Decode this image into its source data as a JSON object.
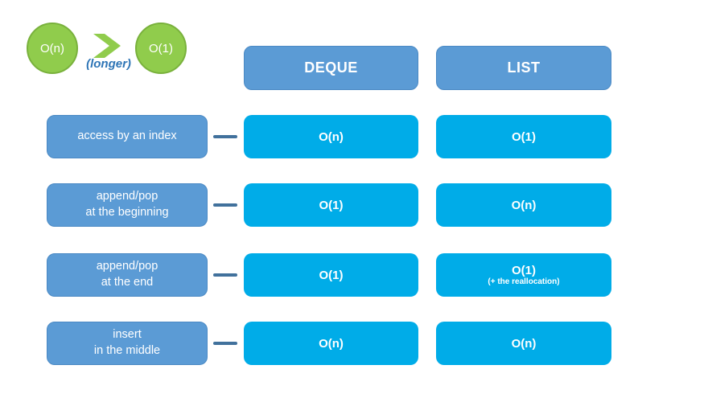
{
  "legend": {
    "circle_left_label": "O(n)",
    "circle_right_label": "O(1)",
    "comparison_label": "(longer)"
  },
  "columns": {
    "deque_header": "DEQUE",
    "list_header": "LIST"
  },
  "rows": [
    {
      "label": "access by an index",
      "deque_value": "O(n)",
      "list_value": "O(1)",
      "list_note": ""
    },
    {
      "label": "append/pop\nat the beginning",
      "deque_value": "O(1)",
      "list_value": "O(n)",
      "list_note": ""
    },
    {
      "label": "append/pop\nat the end",
      "deque_value": "O(1)",
      "list_value": "O(1)",
      "list_note": "(+ the reallocation)"
    },
    {
      "label": "insert\nin the middle",
      "deque_value": "O(n)",
      "list_value": "O(n)",
      "list_note": ""
    }
  ],
  "colors": {
    "green": "#90CC4C",
    "green_border": "#79B13C",
    "blue": "#5B9BD5",
    "blue_border": "#4A89C4",
    "cyan": "#00ACE8",
    "dash": "#41719C",
    "longer_text": "#2E75B6"
  }
}
